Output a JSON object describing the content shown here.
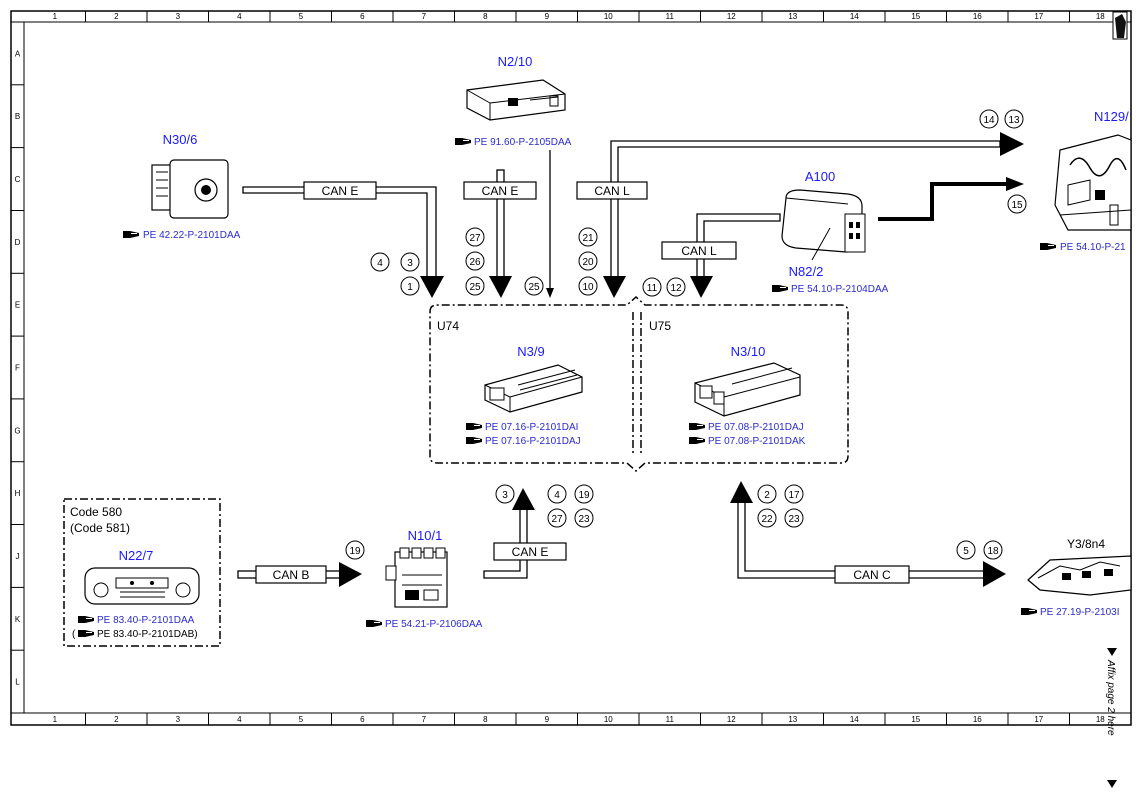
{
  "grid": {
    "columns": [
      "1",
      "2",
      "3",
      "4",
      "5",
      "6",
      "7",
      "8",
      "9",
      "10",
      "11",
      "12",
      "13",
      "14",
      "15",
      "16",
      "17",
      "18"
    ],
    "rows": [
      "A",
      "B",
      "C",
      "D",
      "E",
      "F",
      "G",
      "H",
      "J",
      "K",
      "L"
    ]
  },
  "components": {
    "n2_10": {
      "name": "N2/10",
      "ref": "PE 91.60-P-2105DAA"
    },
    "n30_6": {
      "name": "N30/6",
      "ref": "PE 42.22-P-2101DAA"
    },
    "a100": {
      "name": "A100"
    },
    "n82_2": {
      "name": "N82/2",
      "ref": "PE 54.10-P-2104DAA"
    },
    "n129": {
      "name": "N129/",
      "ref": "PE 54.10-P-21"
    },
    "u74": {
      "label": "U74",
      "name": "N3/9",
      "ref1": "PE 07.16-P-2101DAI",
      "ref2": "PE 07.16-P-2101DAJ"
    },
    "u75": {
      "label": "U75",
      "name": "N3/10",
      "ref1": "PE 07.08-P-2101DAJ",
      "ref2": "PE 07.08-P-2101DAK"
    },
    "code_box": {
      "line1": "Code 580",
      "line2": "(Code 581)",
      "name": "N22/7",
      "ref1": "PE 83.40-P-2101DAA",
      "ref2": "PE 83.40-P-2101DAB)",
      "ref2_prefix": "("
    },
    "n10_1": {
      "name": "N10/1",
      "ref": "PE 54.21-P-2106DAA"
    },
    "y3_8n4": {
      "name": "Y3/8n4",
      "ref": "PE 27.19-P-2103I"
    }
  },
  "buses": {
    "can_e_left": "CAN E",
    "can_e_mid": "CAN E",
    "can_l_top": "CAN L",
    "can_l_mid": "CAN L",
    "can_b": "CAN B",
    "can_e_bottom": "CAN E",
    "can_c": "CAN C"
  },
  "signals": {
    "s4a": "4",
    "s3a": "3",
    "s1": "1",
    "s27a": "27",
    "s26": "26",
    "s25a": "25",
    "s25b": "25",
    "s21": "21",
    "s20": "20",
    "s10": "10",
    "s11": "11",
    "s12": "12",
    "s14": "14",
    "s13": "13",
    "s15": "15",
    "s3b": "3",
    "s4b": "4",
    "s19a": "19",
    "s27b": "27",
    "s23a": "23",
    "s2": "2",
    "s17": "17",
    "s22": "22",
    "s23b": "23",
    "s19b": "19",
    "s5": "5",
    "s18": "18"
  },
  "affix_note": "Affix page 2 here"
}
